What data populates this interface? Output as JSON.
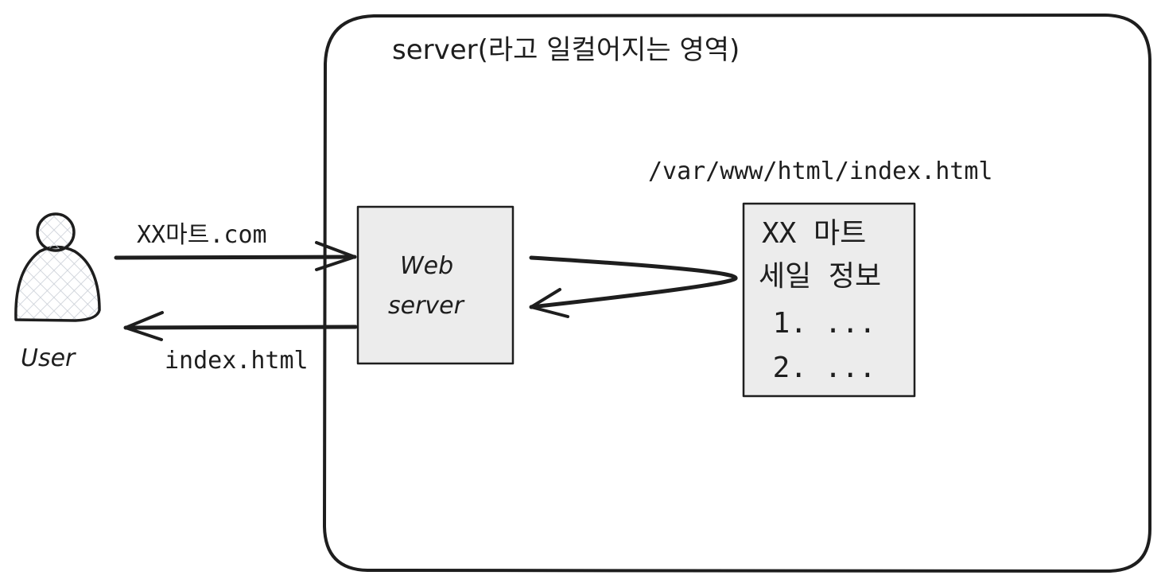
{
  "colors": {
    "stroke": "#1e1e1e",
    "box_fill": "#ececec",
    "hatch": "#c9ced6",
    "background": "#ffffff"
  },
  "server_region": {
    "label": "server(라고 일컬어지는 영역)"
  },
  "user": {
    "label": "User",
    "icon": "person-icon"
  },
  "web_server": {
    "label_line1": "Web",
    "label_line2": "server"
  },
  "file_path": {
    "label": "/var/www/html/index.html"
  },
  "document": {
    "lines": [
      "XX 마트",
      "세일 정보",
      " 1. ...",
      " 2. ..."
    ]
  },
  "arrows": {
    "request": {
      "label": "XX마트.com",
      "from": "User",
      "to": "Web server"
    },
    "response": {
      "label": "index.html",
      "from": "Web server",
      "to": "User"
    },
    "file_fetch": {
      "label": "",
      "from": "Web server",
      "to": "index.html",
      "shape": "loop-back"
    }
  }
}
